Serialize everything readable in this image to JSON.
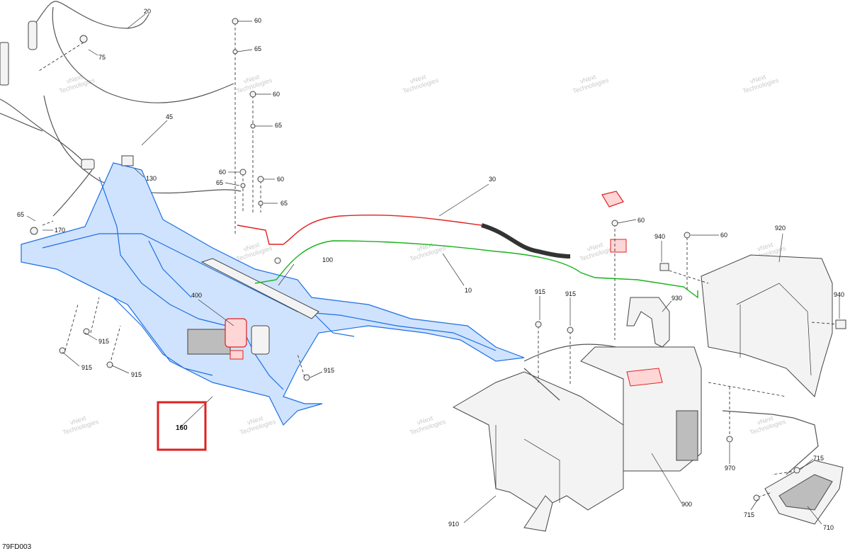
{
  "diagram": {
    "reference_code": "79FD003",
    "watermark_text": [
      "vNext",
      "Technologies"
    ],
    "highlight_color": "#e02020",
    "colors": {
      "frame": "#1f6fe0",
      "positive_cable": "#e02020",
      "ground_cable": "#17b21b"
    },
    "callouts": {
      "c20": "20",
      "c75": "75",
      "c45": "45",
      "c130": "130",
      "c65a": "65",
      "c170": "170",
      "c60a": "60",
      "c65b": "65",
      "c60b": "60",
      "c65c": "65",
      "c60c": "60",
      "c60d": "60",
      "c65d": "65",
      "c65e": "65",
      "c30": "30",
      "c60e": "60",
      "c940a": "940",
      "c60f": "60",
      "c920": "920",
      "c100": "100",
      "c10": "10",
      "c400": "400",
      "c915a": "915",
      "c915b": "915",
      "c915c": "915",
      "c915d": "915",
      "c915e": "915",
      "c915f": "915",
      "c930": "930",
      "c940b": "940",
      "c160": "160",
      "c970": "970",
      "c715a": "715",
      "c715b": "715",
      "c910": "910",
      "c900": "900",
      "c710": "710"
    }
  }
}
